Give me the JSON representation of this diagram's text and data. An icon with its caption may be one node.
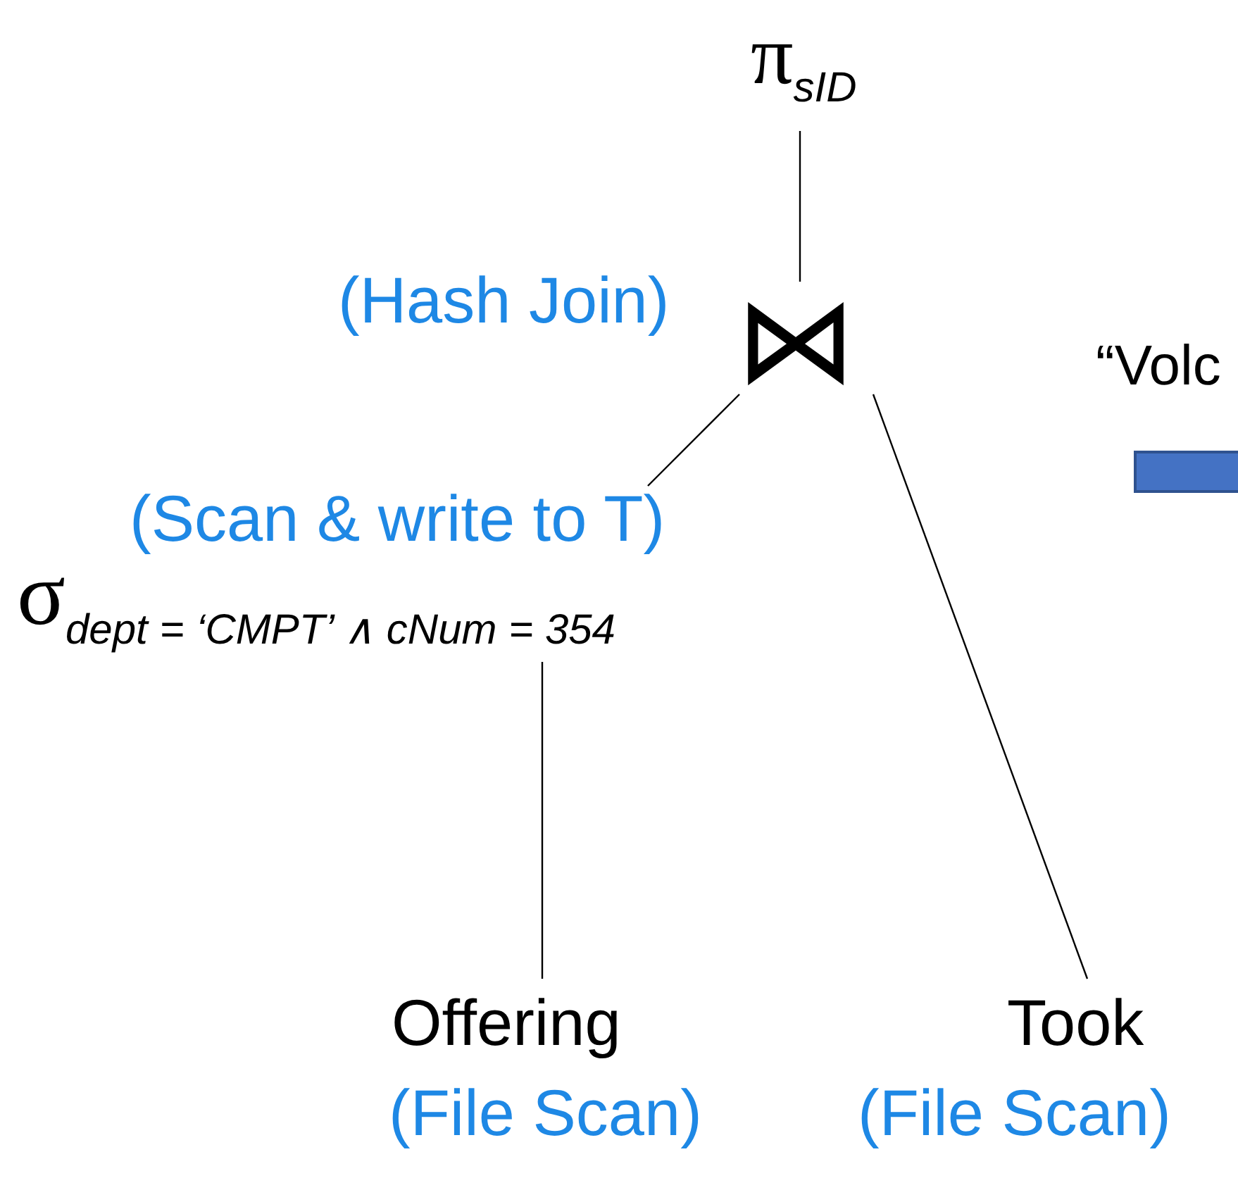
{
  "diagram": {
    "nodes": [
      {
        "text": [
          "π$_{sID}$"
        ]
      },
      {
        "text": [
          "⋈"
        ],
        "beside": [
          "(Hash Join)"
        ]
      },
      {
        "text": [
          "σ$_{dept = ‘CMPT’ ∧ cNum = 354}$"
        ],
        "beside": [
          "(Scan & write to T)"
        ]
      },
      {
        "text": [
          "Offering"
        ],
        "beside": [
          "(File Scan)"
        ]
      },
      {
        "text": [
          "Took"
        ],
        "beside": [
          "(File Scan)"
        ]
      },
      {
        "text": [],
        "shape": "bar"
      }
    ],
    "edges": [
      {
        "from": 0,
        "to": 1,
        "arrow": "none"
      },
      {
        "from": 1,
        "to": 2,
        "arrow": "none"
      },
      {
        "from": 2,
        "to": 3,
        "arrow": "none"
      },
      {
        "from": 1,
        "to": 4,
        "arrow": "none"
      }
    ],
    "labels": [
      "“Volc"
    ]
  }
}
